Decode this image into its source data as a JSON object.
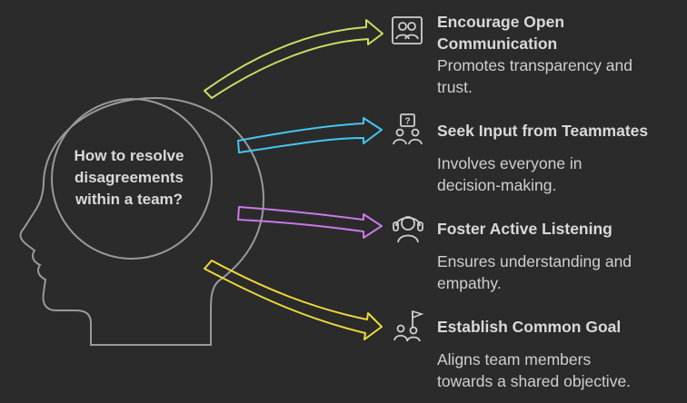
{
  "center": {
    "line1": "How to resolve",
    "line2": "disagreements",
    "line3": "within a team?"
  },
  "items": [
    {
      "title_line1": "Encourage Open",
      "title_line2": "Communication",
      "desc_line1": "Promotes transparency and",
      "desc_line2": "trust.",
      "icon": "conversation-people-icon",
      "color": "#c5e063"
    },
    {
      "title_line1": "Seek Input from Teammates",
      "desc_line1": "Involves everyone in",
      "desc_line2": "decision-making.",
      "icon": "question-people-icon",
      "color": "#46c6f0"
    },
    {
      "title_line1": "Foster Active Listening",
      "desc_line1": "Ensures understanding and",
      "desc_line2": "empathy.",
      "icon": "headphones-person-icon",
      "color": "#c77ae6"
    },
    {
      "title_line1": "Establish Common Goal",
      "desc_line1": "Aligns team members",
      "desc_line2": "towards a shared objective.",
      "icon": "team-flag-icon",
      "color": "#eedb3a"
    }
  ]
}
